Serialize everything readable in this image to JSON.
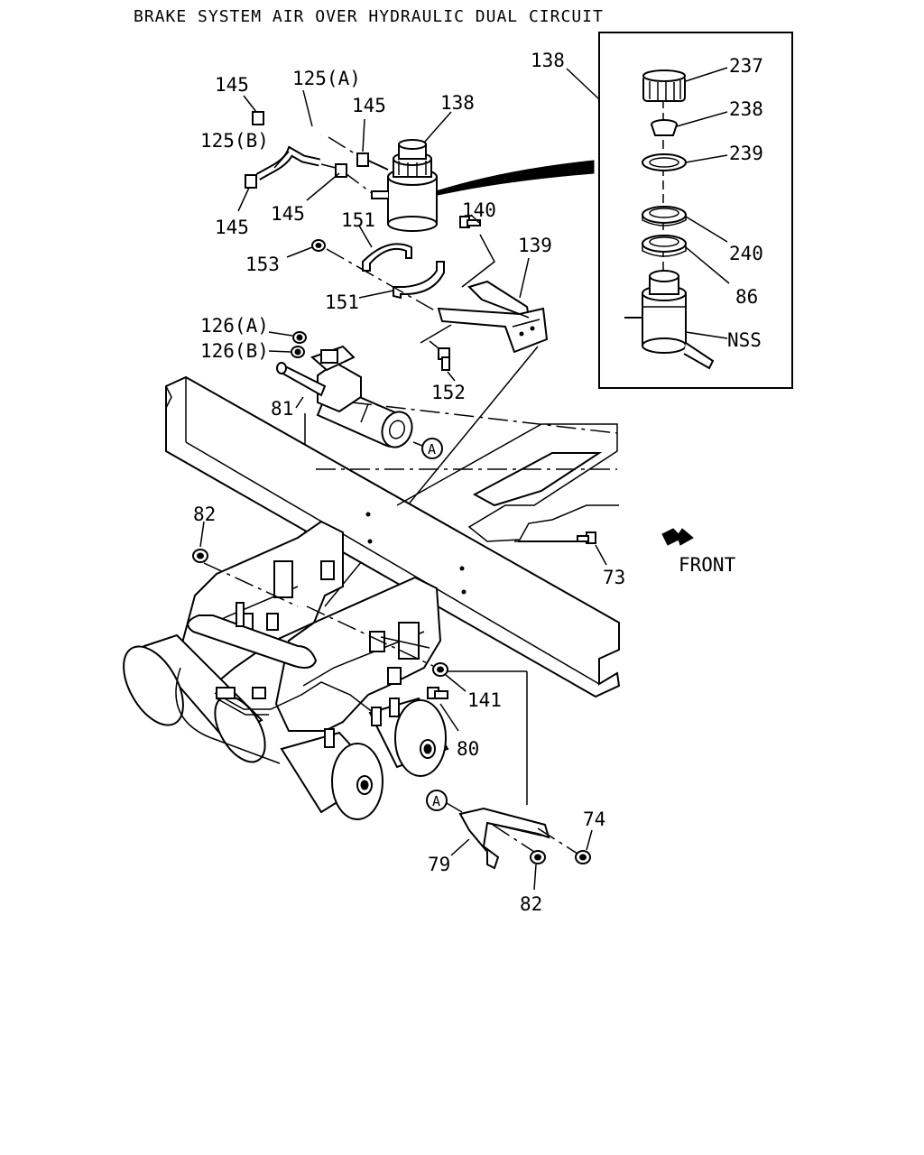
{
  "title": "BRAKE SYSTEM AIR OVER HYDRAULIC DUAL CIRCUIT",
  "front_label": "FRONT",
  "callouts": {
    "c145_a": "145",
    "c125a": "125(A)",
    "c145_b": "145",
    "c138_main": "138",
    "c125b": "125(B)",
    "c145_c": "145",
    "c145_d": "145",
    "c151_a": "151",
    "c140": "140",
    "c139": "139",
    "c153": "153",
    "c151_b": "151",
    "c126a": "126(A)",
    "c126b": "126(B)",
    "c152": "152",
    "c81": "81",
    "circle_a_1": "A",
    "c82_a": "82",
    "c73": "73",
    "c141": "141",
    "c80": "80",
    "circle_a_2": "A",
    "c74": "74",
    "c79": "79",
    "c82_b": "82"
  },
  "inset": {
    "c138": "138",
    "c237": "237",
    "c238": "238",
    "c239": "239",
    "c240": "240",
    "c86": "86",
    "nss": "NSS"
  }
}
